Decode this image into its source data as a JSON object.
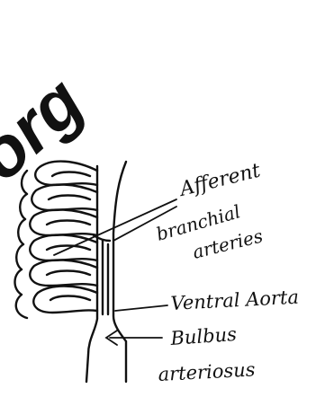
{
  "watermark": {
    "text": "org"
  },
  "labels": {
    "afferent_line1": "Afferent",
    "afferent_line2": "branchial",
    "afferent_line3": "arteries",
    "ventral_aorta": "Ventral Aorta",
    "bulbus_line1": "Bulbus",
    "bulbus_line2": "arteriosus"
  },
  "colors": {
    "ink": "#111111",
    "background": "#ffffff"
  }
}
